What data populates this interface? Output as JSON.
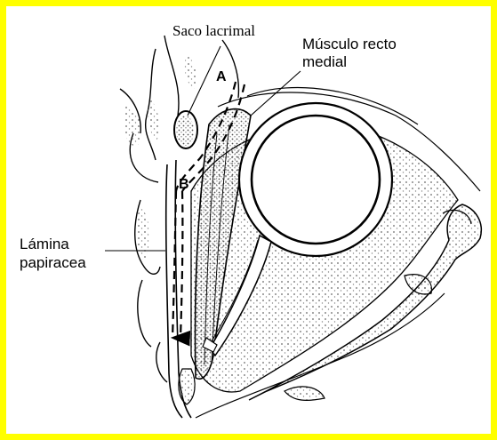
{
  "labels": {
    "saco_lacrimal": "Saco lacrimal",
    "musculo_recto_line1": "Músculo recto",
    "musculo_recto_line2": "medial",
    "lamina_line1": "Lámina",
    "lamina_line2": "papiracea",
    "point_a": "A",
    "point_b": "B"
  },
  "colors": {
    "frame": "#ffff00",
    "ink": "#000000",
    "stipple": "#777777"
  }
}
